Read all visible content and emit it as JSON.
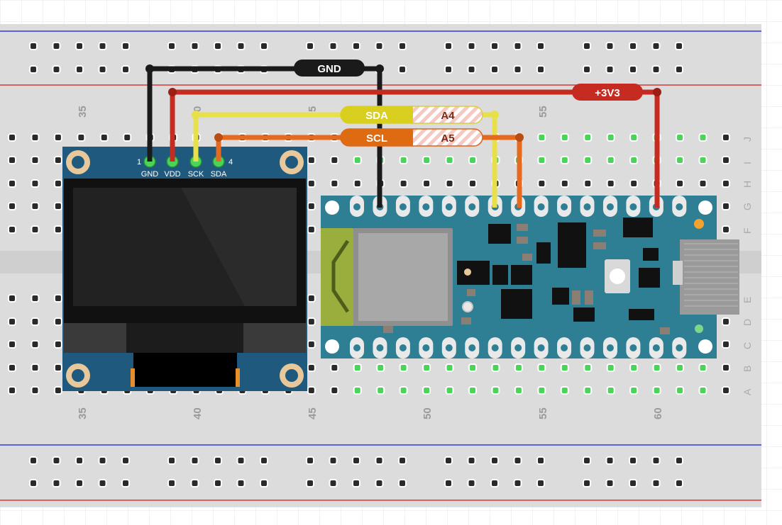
{
  "breadboard": {
    "column_numbers": [
      "35",
      "40",
      "45",
      "50",
      "55",
      "60"
    ],
    "top_partial_numbers": [
      "35",
      "0",
      "5",
      "55"
    ],
    "row_letters_upper": [
      "J",
      "I",
      "H",
      "G",
      "F"
    ],
    "row_letters_lower": [
      "E",
      "D",
      "C",
      "B",
      "A"
    ],
    "colors": {
      "board": "#dcdcdc",
      "rail_blue": "#2b3fd6",
      "rail_red": "#d43a3a",
      "hole": "#2a2a2a",
      "hole_connected": "#4cd35a"
    }
  },
  "oled": {
    "pin_numbers": [
      "1",
      "4"
    ],
    "pin_labels": [
      "GND",
      "VDD",
      "SCK",
      "SDA"
    ],
    "colors": {
      "pcb": "#1f5a7e",
      "screen": "#111111",
      "pad": "#e8c79a"
    }
  },
  "arduino": {
    "colors": {
      "pcb": "#2f7f94",
      "antenna": "#9aae3e",
      "module": "#a8a8a8"
    }
  },
  "wires": {
    "gnd": {
      "label": "GND",
      "color": "#1a1a1a"
    },
    "v33": {
      "label": "+3V3",
      "color": "#c62b21"
    },
    "sda": {
      "label": "SDA",
      "pin_label": "A4",
      "color": "#e8e04a"
    },
    "scl": {
      "label": "SCL",
      "pin_label": "A5",
      "color": "#e56a1f"
    }
  }
}
